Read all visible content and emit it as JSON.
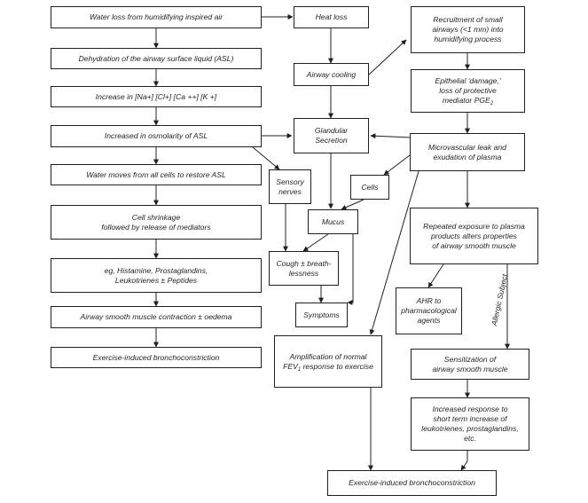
{
  "nodes": {
    "water_loss": "Water loss from humidifying inspired air",
    "dehydration": "Dehydration of the airway surface liquid (ASL)",
    "increase_ions": "Increase in [Na+] [Cl+] [Ca ++] [K +]",
    "osmolarity": "Increased in osmolarity of ASL",
    "water_moves": "Water moves from all cells to restore ASL",
    "cell_shrinkage": "Cell shrinkage\nfollowed by release of mediators",
    "mediators": "eg, Histamine, Prostaglandins,\nLeukotrienes ± Peptides",
    "smooth_contraction": "Airway smooth muscle contraction ± oedema",
    "eib_left": "Exercise-induced bronchoconstriction",
    "heat_loss": "Heat loss",
    "airway_cooling": "Airway cooling",
    "glandular": "Glandular\nSecretion",
    "sensory": "Sensory\nnerves",
    "cells": "Cells",
    "mucus": "Mucus",
    "cough": "Cough ± breath-\nlessness",
    "symptoms": "Symptoms",
    "recruitment": "Recruitment of small\nairways (<1 mm) into\nhumidifying process",
    "epithelial_a": "Epithelial 'damage,'\nloss of protective\nmediator PGE",
    "epithelial_sub": "2",
    "microvascular": "Microvascular leak and\nexudation of plasma",
    "repeated": "Repeated exposure to plasma\nproducts alters properties\nof airway smooth muscle",
    "ahr": "AHR to\npharmacological\nagents",
    "amplification_a": "Amplification of normal\nFEV",
    "amplification_sub": "1",
    "amplification_b": " response to exercise",
    "sensitization": "Sensitization of\nairway smooth muscle",
    "increased_response": "Increased response to\nshort term increase of\nleukotrienes, prostaglandins,\netc.",
    "eib_bottom": "Exercise-induced bronchoconstriction"
  },
  "notes": {
    "allergic": "Allergic Subject"
  },
  "colors": {
    "stroke": "#231f20"
  }
}
